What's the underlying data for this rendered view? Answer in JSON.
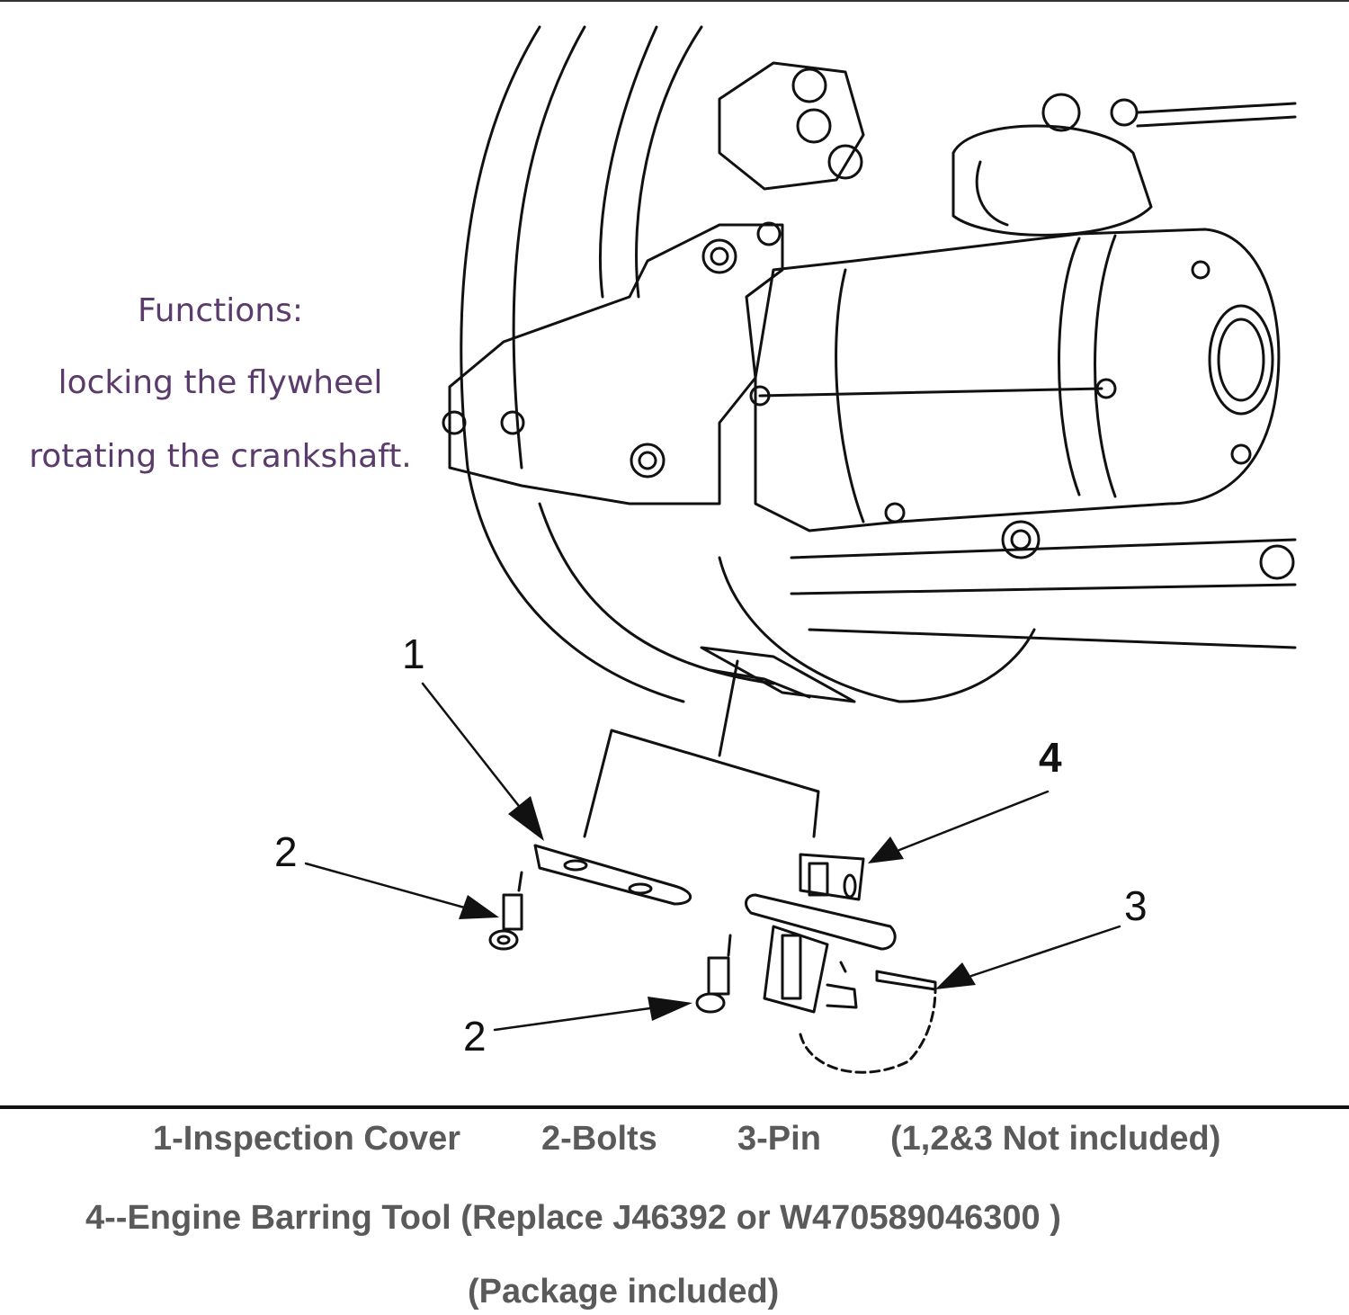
{
  "functions": {
    "title": "Functions:",
    "line1": "locking the flywheel",
    "line2": "rotating the crankshaft."
  },
  "callouts": [
    "1",
    "2",
    "2",
    "3",
    "4"
  ],
  "legend": {
    "item1": "1-Inspection Cover",
    "item2": "2-Bolts",
    "item3": "3-Pin",
    "note": "(1,2&3 Not included)",
    "item4": "4--Engine Barring Tool (Replace J46392 or W470589046300 )",
    "package": "(Package included)"
  },
  "colors": {
    "function_text": "#5b3b6b",
    "legend_text": "#5a5a5a"
  }
}
